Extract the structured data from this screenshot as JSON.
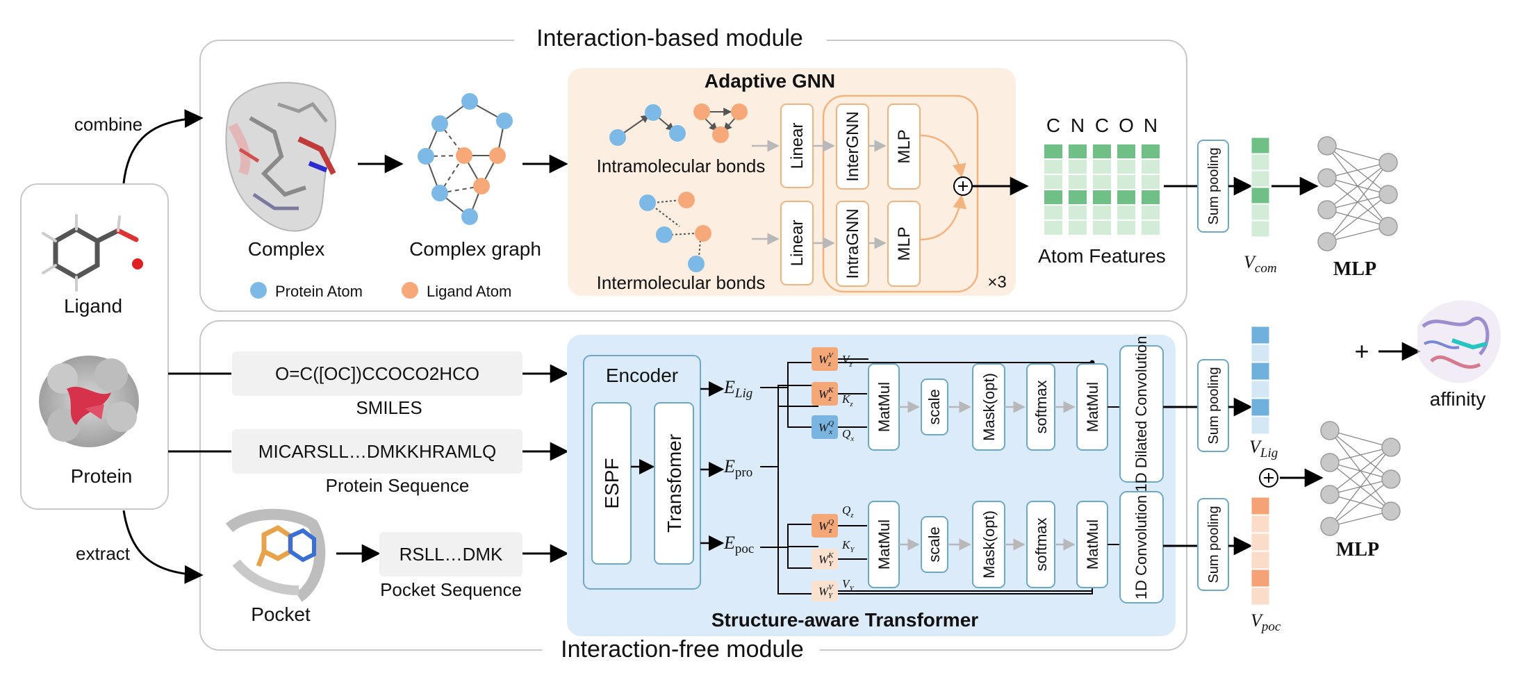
{
  "modules": {
    "interaction_based": "Interaction-based module",
    "interaction_free": "Interaction-free module"
  },
  "inputs": {
    "ligand": "Ligand",
    "protein": "Protein",
    "combine": "combine",
    "extract": "extract"
  },
  "interaction_based": {
    "complex": "Complex",
    "complex_graph": "Complex graph",
    "legend_protein": "Protein Atom",
    "legend_ligand": "Ligand Atom",
    "gnn_title": "Adaptive GNN",
    "intra_bonds": "Intramolecular bonds",
    "inter_bonds": "Intermolecular bonds",
    "linear": "Linear",
    "inter_gnn": "InterGNN",
    "intra_gnn": "IntraGNN",
    "mlp": "MLP",
    "oplus": "⊕",
    "repeat": "×3",
    "atom_letters": [
      "C",
      "N",
      "C",
      "O",
      "N"
    ],
    "atom_features": "Atom Features",
    "sum_pooling": "Sum pooling",
    "v_com": "V",
    "v_com_sub": "com",
    "mlp_head": "MLP"
  },
  "interaction_free": {
    "smiles_value": "O=C([OC])CCOCO2HCO",
    "smiles_label": "SMILES",
    "protein_seq_value": "MICARSLL…DMKKHRAMLQ",
    "protein_seq_label": "Protein Sequence",
    "pocket_seq_value": "RSLL…DMK",
    "pocket_seq_label": "Pocket Sequence",
    "pocket": "Pocket",
    "encoder": "Encoder",
    "espf": "ESPF",
    "transformer": "Transfomer",
    "e_lig": "E",
    "e_lig_sub": "Lig",
    "e_pro": "E",
    "e_pro_sub": "pro",
    "e_poc": "E",
    "e_poc_sub": "poc",
    "sat_title": "Structure-aware Transformer",
    "w": "W",
    "top_weights": [
      {
        "sup": "V",
        "sub": "z",
        "out": "V",
        "out_sub": "z"
      },
      {
        "sup": "K",
        "sub": "z",
        "out": "K",
        "out_sub": "z"
      },
      {
        "sup": "Q",
        "sub": "x",
        "out": "Q",
        "out_sub": "x"
      }
    ],
    "bottom_weights": [
      {
        "sup": "Q",
        "sub": "z",
        "out": "Q",
        "out_sub": "z"
      },
      {
        "sup": "K",
        "sub": "Y",
        "out": "K",
        "out_sub": "Y"
      },
      {
        "sup": "V",
        "sub": "Y",
        "out": "V",
        "out_sub": "Y"
      }
    ],
    "matmul": "MatMul",
    "scale": "scale",
    "mask": "Mask(opt)",
    "softmax": "softmax",
    "dilated_conv": "1D  Dilated Convolution",
    "conv": "1D Convolution",
    "sum_pooling": "Sum pooling",
    "v_lig": "V",
    "v_lig_sub": "Lig",
    "v_poc": "V",
    "v_poc_sub": "poc",
    "oplus": "⊕",
    "mlp_head": "MLP",
    "plus": "+",
    "affinity": "affinity"
  },
  "colors": {
    "protein_atom": "#7db9e6",
    "ligand_atom": "#f6a878",
    "gnn_bg": "#fdeee2",
    "gnn_border": "#f3b27e",
    "sat_bg": "#dcebfa",
    "box_border": "#6aa9cc",
    "atom_green_dark": "#6fbf86",
    "atom_green_light": "#d3ecd8",
    "v_lig_dark": "#6fb0dc",
    "v_lig_light": "#d3e7f5",
    "v_poc_dark": "#f4a276",
    "v_poc_light": "#fbdcc8",
    "weight_orange": "#f4a878",
    "weight_blue": "#7ab4e0",
    "weight_light": "#fbe2d0"
  }
}
